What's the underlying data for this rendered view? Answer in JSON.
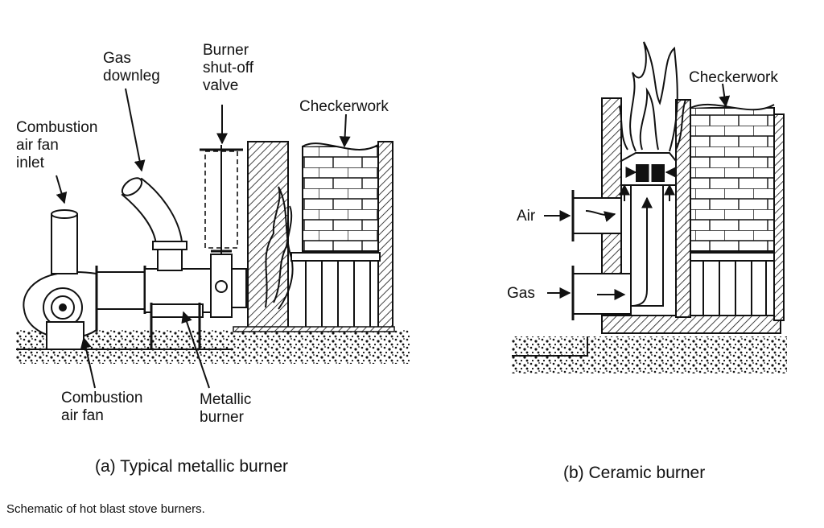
{
  "figure": {
    "caption": "Schematic of hot blast stove burners.",
    "panel_a": {
      "caption": "(a) Typical metallic burner",
      "labels": {
        "gas_downleg": [
          "Gas",
          "downleg"
        ],
        "burner_valve": [
          "Burner",
          "shut-off",
          "valve"
        ],
        "checkerwork": "Checkerwork",
        "fan_inlet": [
          "Combustion",
          "air fan",
          "inlet"
        ],
        "fan": [
          "Combustion",
          "air fan"
        ],
        "metallic_burner": [
          "Metallic",
          "burner"
        ]
      }
    },
    "panel_b": {
      "caption": "(b) Ceramic burner",
      "labels": {
        "checkerwork": "Checkerwork",
        "air": "Air",
        "gas": "Gas"
      }
    }
  }
}
